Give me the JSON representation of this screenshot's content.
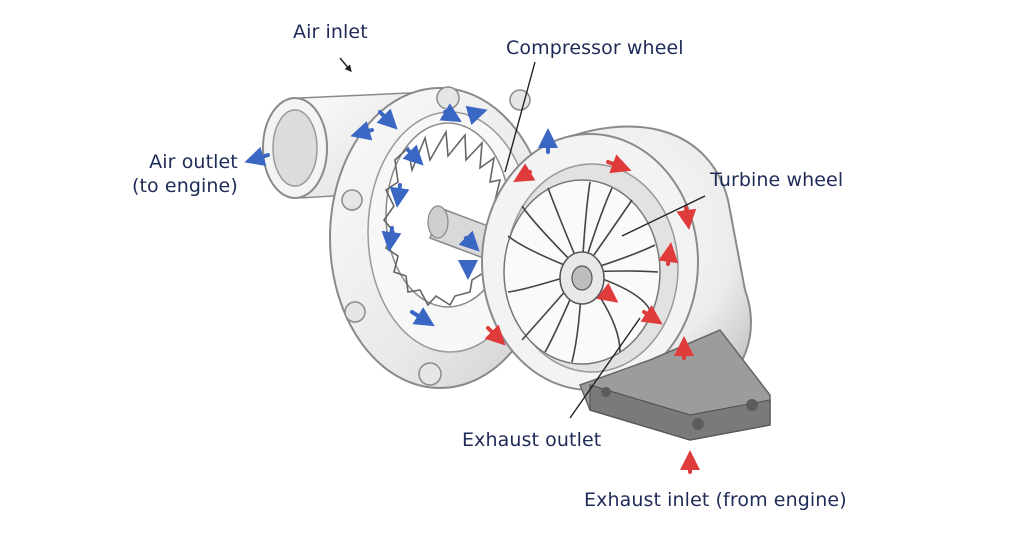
{
  "labels": {
    "air_inlet": "Air inlet",
    "compressor_wheel": "Compressor wheel",
    "air_outlet_line1": "Air outlet",
    "air_outlet_line2": "(to engine)",
    "turbine_wheel": "Turbine wheel",
    "exhaust_outlet": "Exhaust outlet",
    "exhaust_inlet": "Exhaust inlet (from engine)"
  },
  "colors": {
    "label_text": "#1f2b57",
    "leader_line": "#222222",
    "cold_air_arrow": "#3a66c4",
    "hot_exhaust_arrow": "#e03b3b",
    "housing": "#efefef",
    "housing_shadow": "#c9c9c9",
    "outline": "#8a8a8a"
  },
  "icons": {
    "cold_air_flow": "blue-arrow-icon",
    "hot_exhaust_flow": "red-arrow-icon"
  }
}
